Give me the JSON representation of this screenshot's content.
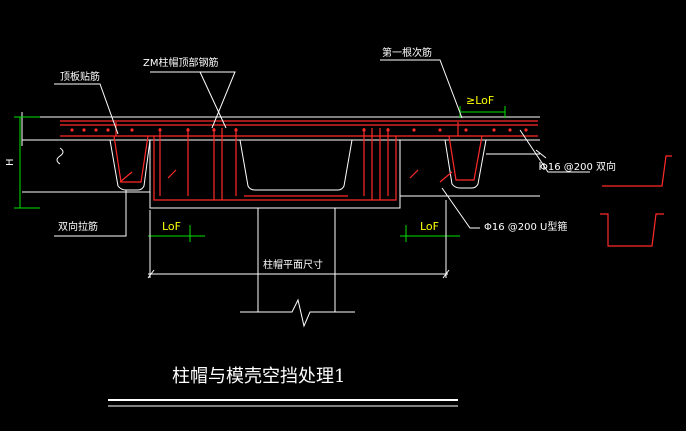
{
  "labels": {
    "top_bottom_bar": "顶板贴筋",
    "zm_cap_bar": "ZM柱帽顶部钢筋",
    "first_secondary_bar": "第一根次筋",
    "lof_top": "≥LoF",
    "lof_left": "LoF",
    "lof_right": "LoF",
    "height": "H",
    "two_way_bar": "双向拉筋",
    "phi16_two_way": "Φ16 @200 双向",
    "phi16_u_hoop": "Φ16 @200  U型箍",
    "cap_plan_size": "柱帽平面尺寸"
  },
  "title": "柱帽与模壳空挡处理1",
  "colors": {
    "background": "#000000",
    "outline": "#ffffff",
    "rebar": "#ff2a2a",
    "dimension": "#00e000",
    "annotation": "#ffff00"
  }
}
